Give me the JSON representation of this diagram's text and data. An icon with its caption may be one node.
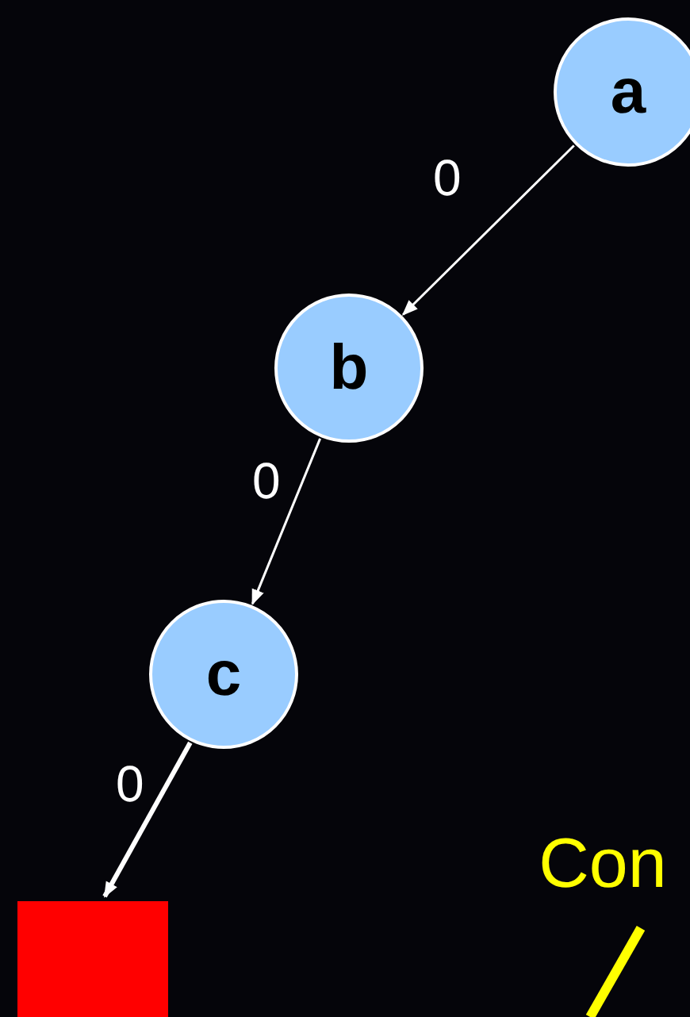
{
  "diagram": {
    "nodes": [
      {
        "text": [
          "a"
        ]
      },
      {
        "text": [
          "b"
        ]
      },
      {
        "text": [
          "c"
        ]
      },
      {
        "text": [],
        "shape": "box"
      },
      {
        "text": [
          "Con"
        ]
      }
    ],
    "edges": [
      {
        "from": 0,
        "to": 1,
        "arrow": "to",
        "label": "0"
      },
      {
        "from": 1,
        "to": 2,
        "arrow": "to",
        "label": "0"
      },
      {
        "from": 2,
        "to": 3,
        "arrow": "to",
        "label": "0",
        "style": "thick"
      },
      {
        "from": 4,
        "to": null,
        "arrow": "none",
        "style": "thick",
        "color": "#ffff00"
      }
    ]
  }
}
